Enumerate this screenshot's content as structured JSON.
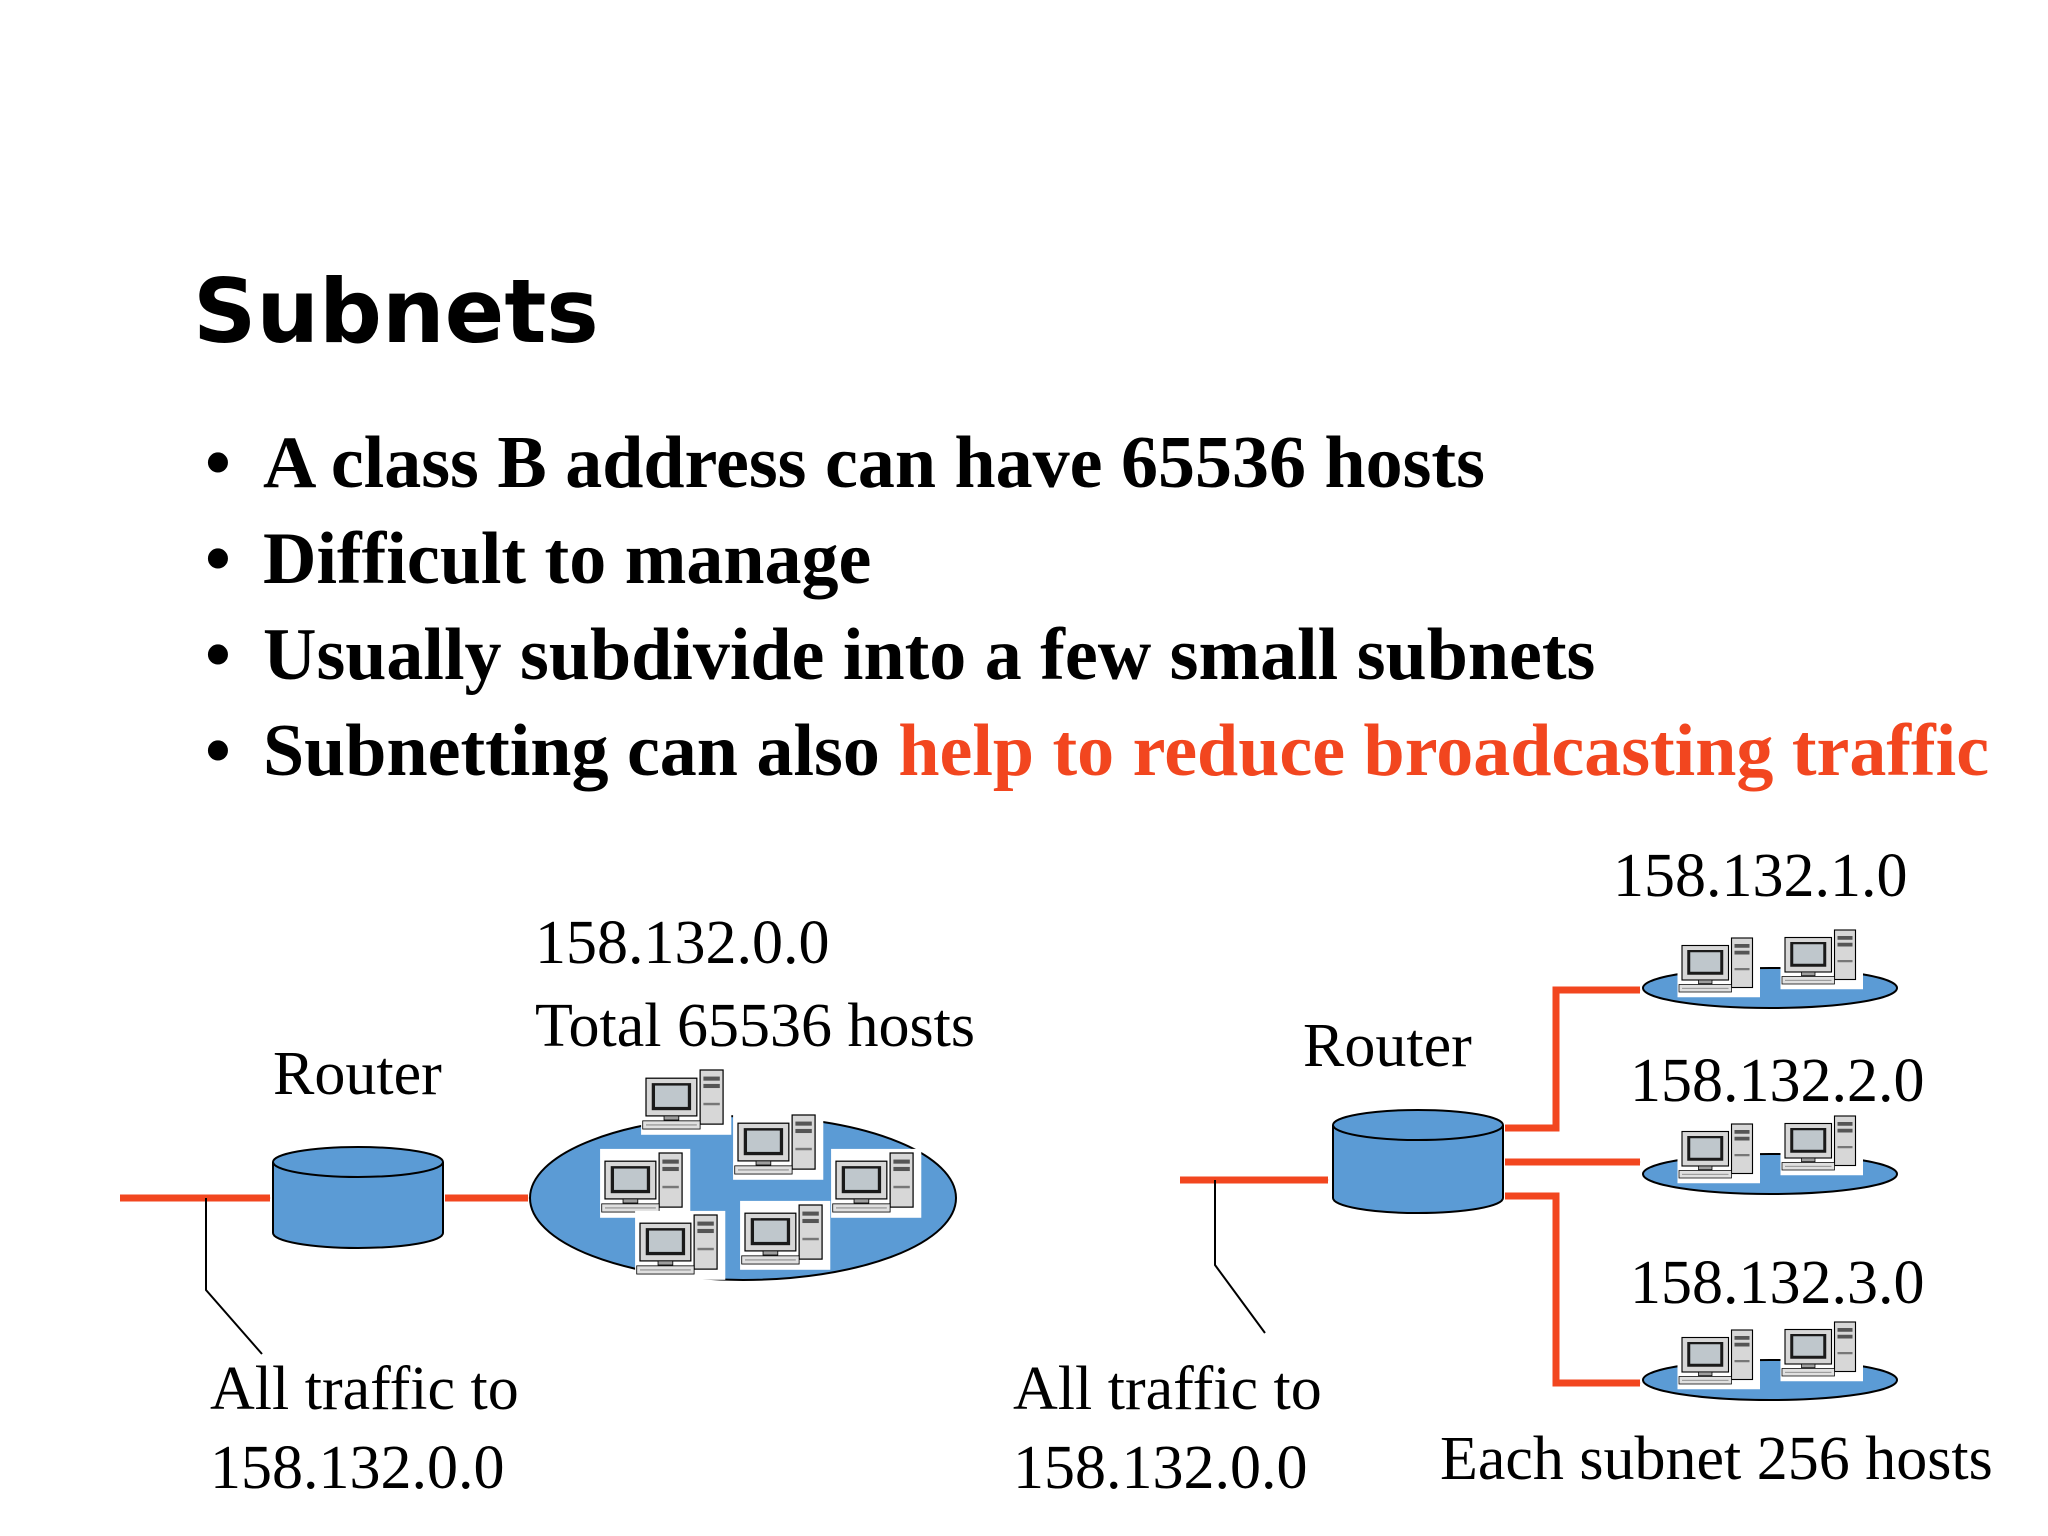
{
  "title": "Subnets",
  "bullets": [
    {
      "text": "A class B address can have 65536 hosts"
    },
    {
      "text": "Difficult to manage"
    },
    {
      "text": "Usually subdivide into a few small subnets"
    },
    {
      "text": "Subnetting can also ",
      "highlight": "help to reduce broadcasting traffic"
    }
  ],
  "left": {
    "network_address": "158.132.0.0",
    "total_hosts": "Total 65536 hosts",
    "router_label": "Router",
    "traffic_label_line1": "All traffic to",
    "traffic_label_line2": "158.132.0.0"
  },
  "right": {
    "router_label": "Router",
    "subnets": [
      "158.132.1.0",
      "158.132.2.0",
      "158.132.3.0"
    ],
    "traffic_label_line1": "All traffic to",
    "traffic_label_line2": "158.132.0.0",
    "footer": "Each subnet 256 hosts"
  },
  "colors": {
    "arrow": "#F2461F",
    "router_fill": "#5B9BD5",
    "network_fill": "#5B9BD5"
  }
}
